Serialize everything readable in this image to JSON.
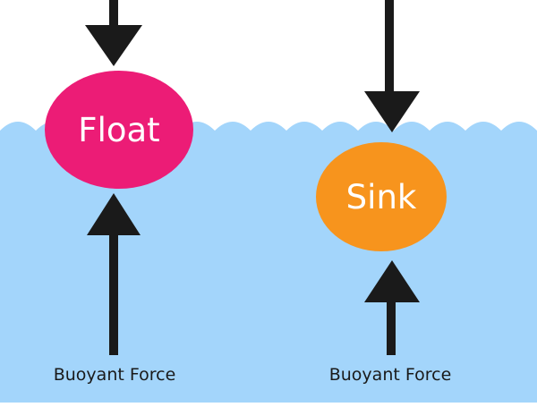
{
  "colors": {
    "water": "#a3d5fb",
    "arrow": "#1a1a1a",
    "float_ball": "#ec1c76",
    "sink_ball": "#f7941d",
    "label_text": "#ffffff"
  },
  "objects": [
    {
      "id": "float",
      "label": "Float",
      "force_label": "Buoyant Force"
    },
    {
      "id": "sink",
      "label": "Sink",
      "force_label": "Buoyant Force"
    }
  ]
}
